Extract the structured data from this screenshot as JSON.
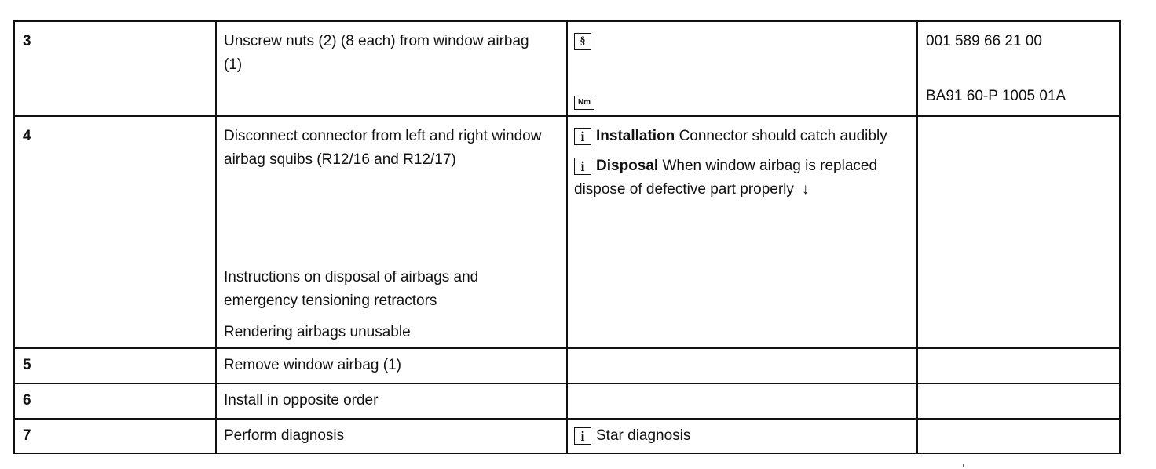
{
  "rows": [
    {
      "num": "3",
      "step": [
        "Unscrew nuts (2) (8 each) from window airbag (1)"
      ],
      "notes": {
        "tool_icon": "special-tool-icon",
        "torque_icon": "Nm"
      },
      "parts": [
        "001 589 66 21 00",
        "BA91 60-P 1005 01A"
      ]
    },
    {
      "num": "4",
      "step": [
        "Disconnect connector from left and right window airbag squibs (R12/16 and R12/17)",
        "Instructions on disposal of airbags and emergency tensioning retractors",
        "Rendering airbags unusable"
      ],
      "notes": [
        {
          "icon": "i",
          "label": "Installation",
          "text": "Connector should catch audibly"
        },
        {
          "icon": "i",
          "label": "Disposal",
          "text": "When window airbag is replaced dispose of defective part properly",
          "arrow": "↓"
        }
      ],
      "parts": []
    },
    {
      "num": "5",
      "step": [
        "Remove window airbag (1)"
      ],
      "notes": [],
      "parts": []
    },
    {
      "num": "6",
      "step": [
        "Install in opposite order"
      ],
      "notes": [],
      "parts": []
    },
    {
      "num": "7",
      "step": [
        "Perform diagnosis"
      ],
      "notes": [
        {
          "icon": "i",
          "text": "Star diagnosis"
        }
      ],
      "parts": []
    }
  ]
}
